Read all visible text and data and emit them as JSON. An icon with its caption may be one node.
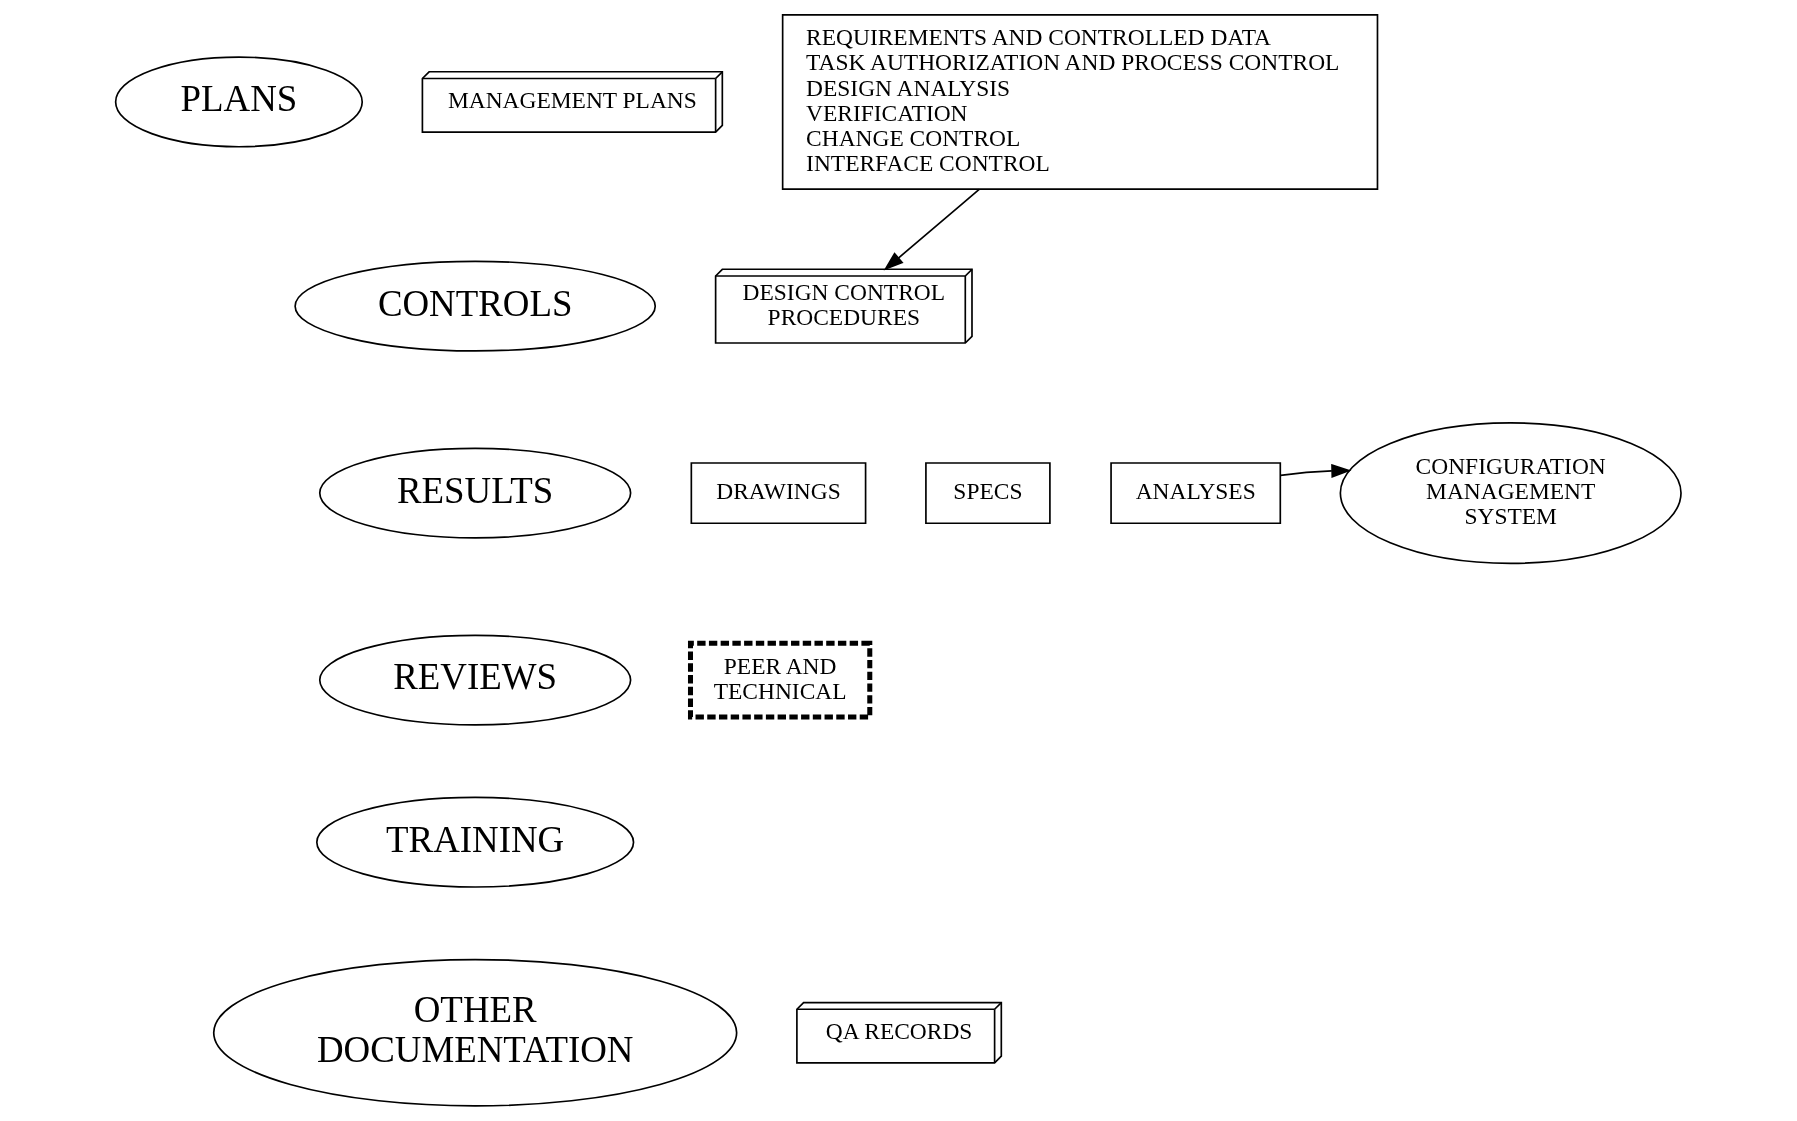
{
  "diagram": {
    "nodes": [
      {
        "text": [
          "PLANS"
        ]
      },
      {
        "text": [
          "MANAGEMENT PLANS"
        ]
      },
      {
        "text": [
          "REQUIREMENTS AND CONTROLLED DATA",
          "TASK AUTHORIZATION AND PROCESS CONTROL",
          "DESIGN ANALYSIS",
          "VERIFICATION",
          "CHANGE CONTROL",
          "INTERFACE CONTROL"
        ]
      },
      {
        "text": [
          "CONTROLS"
        ]
      },
      {
        "text": [
          "DESIGN CONTROL PROCEDURES"
        ]
      },
      {
        "text": [
          "RESULTS"
        ]
      },
      {
        "text": [
          "DRAWINGS"
        ]
      },
      {
        "text": [
          "SPECS"
        ]
      },
      {
        "text": [
          "ANALYSES"
        ]
      },
      {
        "text": [
          "CONFIGURATION MANAGEMENT SYSTEM"
        ]
      },
      {
        "text": [
          "REVIEWS"
        ]
      },
      {
        "text": [
          "PEER AND TECHNICAL"
        ]
      },
      {
        "text": [
          "TRAINING"
        ]
      },
      {
        "text": [
          "OTHER DOCUMENTATION"
        ]
      },
      {
        "text": [
          "QA RECORDS"
        ]
      }
    ],
    "edges": [
      {
        "from": 2,
        "to": 4,
        "arrow": "to"
      },
      {
        "from": 8,
        "to": 9,
        "arrow": "to"
      }
    ]
  }
}
